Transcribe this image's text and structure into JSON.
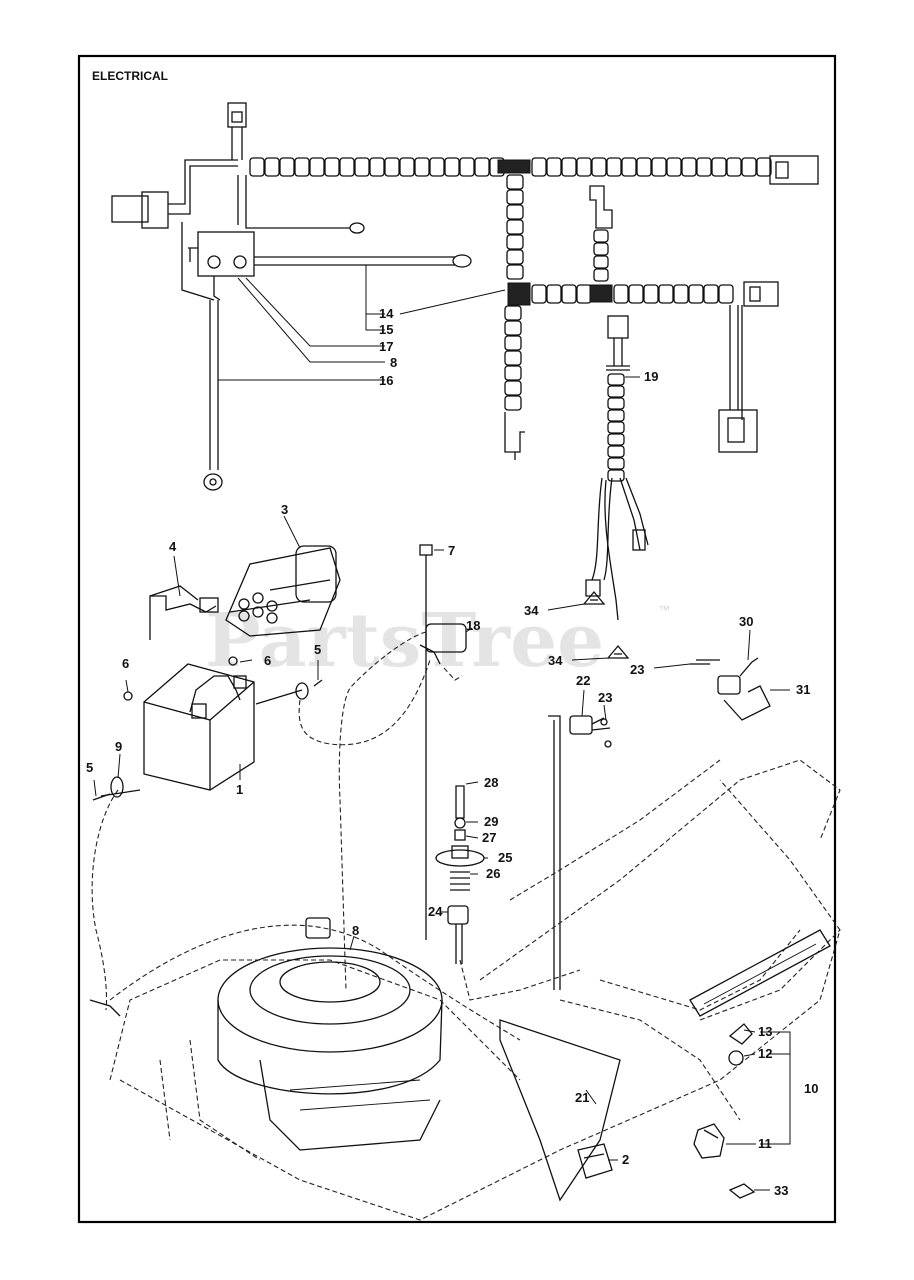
{
  "title": "ELECTRICAL",
  "watermark": "PartsTree",
  "watermark_tm": "™",
  "callouts": [
    {
      "id": "c1",
      "text": "1"
    },
    {
      "id": "c2",
      "text": "2"
    },
    {
      "id": "c3",
      "text": "3"
    },
    {
      "id": "c4",
      "text": "4"
    },
    {
      "id": "c5a",
      "text": "5"
    },
    {
      "id": "c5b",
      "text": "5"
    },
    {
      "id": "c6a",
      "text": "6"
    },
    {
      "id": "c6b",
      "text": "6"
    },
    {
      "id": "c7",
      "text": "7"
    },
    {
      "id": "c8a",
      "text": "8"
    },
    {
      "id": "c8b",
      "text": "8"
    },
    {
      "id": "c9",
      "text": "9"
    },
    {
      "id": "c10",
      "text": "10"
    },
    {
      "id": "c11",
      "text": "11"
    },
    {
      "id": "c12",
      "text": "12"
    },
    {
      "id": "c13",
      "text": "13"
    },
    {
      "id": "c14",
      "text": "14"
    },
    {
      "id": "c15",
      "text": "15"
    },
    {
      "id": "c16",
      "text": "16"
    },
    {
      "id": "c17",
      "text": "17"
    },
    {
      "id": "c18",
      "text": "18"
    },
    {
      "id": "c19",
      "text": "19"
    },
    {
      "id": "c21",
      "text": "21"
    },
    {
      "id": "c22",
      "text": "22"
    },
    {
      "id": "c23a",
      "text": "23"
    },
    {
      "id": "c23b",
      "text": "23"
    },
    {
      "id": "c24",
      "text": "24"
    },
    {
      "id": "c25",
      "text": "25"
    },
    {
      "id": "c26",
      "text": "26"
    },
    {
      "id": "c27",
      "text": "27"
    },
    {
      "id": "c28",
      "text": "28"
    },
    {
      "id": "c29",
      "text": "29"
    },
    {
      "id": "c30",
      "text": "30"
    },
    {
      "id": "c31",
      "text": "31"
    },
    {
      "id": "c33",
      "text": "33"
    },
    {
      "id": "c34a",
      "text": "34"
    },
    {
      "id": "c34b",
      "text": "34"
    }
  ]
}
